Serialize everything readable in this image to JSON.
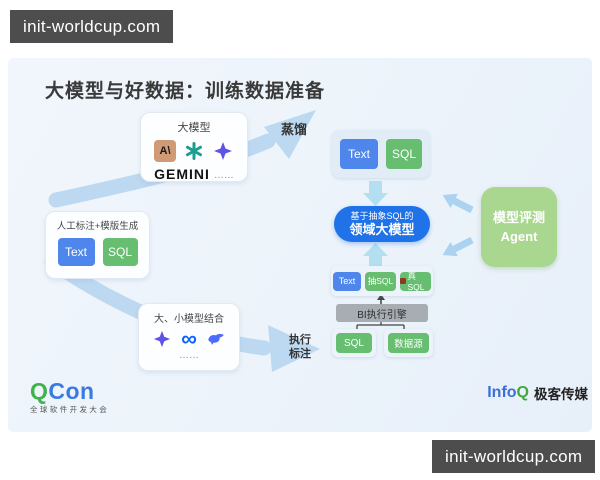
{
  "watermark_top": "init-worldcup.com",
  "watermark_bottom": "init-worldcup.com",
  "slide": {
    "title": "大模型与好数据：训练数据准备",
    "big_model_box": {
      "title": "大模型",
      "anthropic_glyph": "A\\",
      "gemini": "GEMINI",
      "ellipsis": "……"
    },
    "labels": {
      "distill": "蒸馏",
      "exec_line1": "执行",
      "exec_line2": "标注"
    },
    "top_output": {
      "text_badge": "Text",
      "sql_badge": "SQL"
    },
    "domain_model": {
      "line1": "基于抽象SQL的",
      "line2": "领域大模型"
    },
    "manual_box": {
      "title": "人工标注+模版生成",
      "text_badge": "Text",
      "sql_badge": "SQL"
    },
    "combine_box": {
      "title": "大、小模型结合",
      "ellipsis": "……"
    },
    "output_row": {
      "text_badge": "Text",
      "abstract_sql_badge": "抽SQL",
      "real_sql_badge": "真SQL"
    },
    "bi_engine": "BI执行引擎",
    "bottom": {
      "sql_badge": "SQL",
      "datasource_badge": "数据源"
    },
    "agent_box": {
      "line1": "模型评测",
      "line2": "Agent"
    },
    "colors": {
      "badge_blue": "#4e86ec",
      "badge_green": "#67bd70",
      "domain_blue": "#1f72e8",
      "agent_green": "#a9d78f",
      "arrow_light_blue": "#bdd9f1",
      "arrow_cyan": "#b3dff0",
      "bi_gray": "#a8adb3",
      "watermark_gray": "#4d4d4d"
    }
  },
  "footer": {
    "qcon_q": "Q",
    "qcon_con": "Con",
    "qcon_subtitle": "全球软件开发大会",
    "infoq_info": "Info",
    "infoq_q": "Q",
    "infoq_media": "极客传媒"
  }
}
